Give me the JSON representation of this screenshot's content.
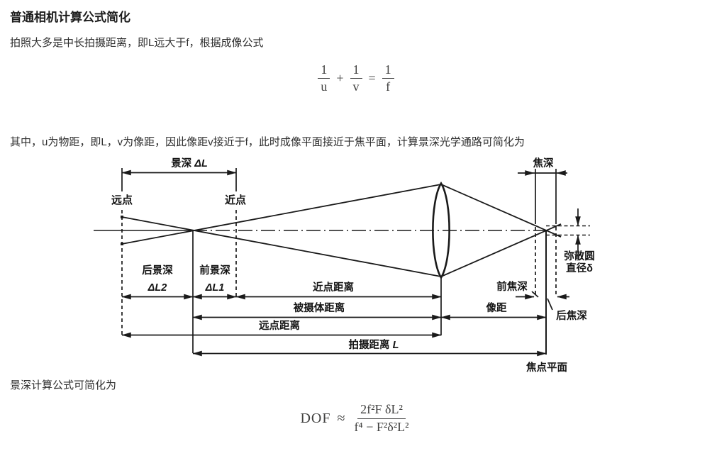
{
  "page": {
    "title": "普通相机计算公式简化",
    "para_intro": "拍照大多是中长拍摄距离，即L远大于f，根据成像公式",
    "para_middle": "其中，u为物距，即L，v为像距，因此像距v接近于f，此时成像平面接近于焦平面，计算景深光学通路可简化为",
    "para_bottom": "景深计算公式可简化为"
  },
  "formula_imaging": {
    "n1": "1",
    "d1": "u",
    "op": "+",
    "n2": "1",
    "d2": "v",
    "rel": "=",
    "n3": "1",
    "d3": "f"
  },
  "formula_dof": {
    "lhs": "DOF",
    "rel": "≈",
    "numerator": "2f²F δL²",
    "denominator": "f⁴ − F²δ²L²"
  },
  "diagram": {
    "labels": {
      "depth_of_field_prefix": "景深 ",
      "depth_of_field_symbol": "ΔL",
      "focal_depth": "焦深",
      "far_point": "远点",
      "near_point": "近点",
      "rear_depth": "后景深",
      "rear_depth_symbol": "ΔL2",
      "front_depth": "前景深",
      "front_depth_symbol": "ΔL1",
      "near_point_distance": "近点距离",
      "subject_distance": "被摄体距离",
      "far_point_distance": "远点距离",
      "shooting_distance_prefix": "拍摄距离 ",
      "shooting_distance_symbol": "L",
      "image_distance": "像距",
      "front_focal_depth": "前焦深",
      "rear_focal_depth": "后焦深",
      "focal_plane": "焦点平面",
      "coc_line1": "弥散圆",
      "coc_line2": "直径δ"
    },
    "colors": {
      "line": "#1a1a1a",
      "lens_fill": "#d8d8d8"
    }
  }
}
